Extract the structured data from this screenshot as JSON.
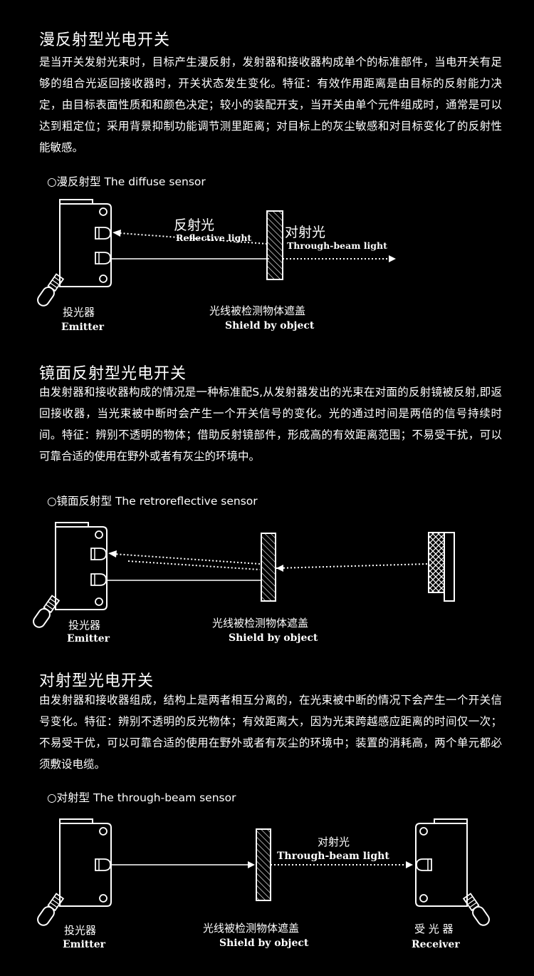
{
  "sections": [
    {
      "title": "漫反射型光电开关",
      "body": "是当开关发射光束时，目标产生漫反射，发射器和接收器构成单个的标准部件，当电开关有足够的组合光返回接收器时，开关状态发生变化。特征：有效作用距离是由目标的反射能力决定，由目标表面性质和和颜色决定；较小的装配开支，当开关由单个元件组成时，通常是可以达到粗定位；采用背景抑制功能调节测里距离；对目标上的灰尘敏感和对目标变化了的反射性能敏感。",
      "caption": "○漫反射型 The diffuse sensor",
      "labels": {
        "reflect_cn": "反射光",
        "reflect_en": "Reflective light",
        "through_cn": "对射光",
        "through_en": "Through-beam light",
        "emitter_cn": "投光器",
        "emitter_en": "Emitter",
        "shield_cn": "光线被检测物体遮盖",
        "shield_en": "Shield by object"
      }
    },
    {
      "title": "镜面反射型光电开关",
      "body": "由发射器和接收器构成的情况是一种标准配S,从发射器发出的光束在对面的反射镜被反射,即返回接收器，当光束被中断时会产生一个开关信号的变化。光的通过时间是两倍的信号持续时间。特征：辨别不透明的物体；借助反射镜部件，形成高的有效距离范围；不易受干扰，可以可靠合适的使用在野外或者有灰尘的环境中。",
      "caption": "○镜面反射型 The retroreflective sensor",
      "labels": {
        "emitter_cn": "投光器",
        "emitter_en": "Emitter",
        "shield_cn": "光线被检测物体遮盖",
        "shield_en": "Shield by object"
      }
    },
    {
      "title": "对射型光电开关",
      "body": "由发射器和接收器组成，结构上是两者相互分离的，在光束被中断的情况下会产生一个开关信号变化。特征：辨别不透明的反光物体；有效距离大，因为光束跨越感应距离的时间仅一次；不易受干优，可以可靠合适的使用在野外或者有灰尘的环境中；装置的消耗高，两个单元都必须敷设电缆。",
      "caption": "○对射型 The through-beam sensor",
      "labels": {
        "through_cn": "对射光",
        "through_en": "Through-beam light",
        "emitter_cn": "投光器",
        "emitter_en": "Emitter",
        "shield_cn": "光线被检测物体遮盖",
        "shield_en": "Shield by object",
        "receiver_cn": "受 光 器",
        "receiver_en": "Receiver"
      }
    }
  ],
  "colors": {
    "background": "#000000",
    "text": "#ffffff"
  }
}
